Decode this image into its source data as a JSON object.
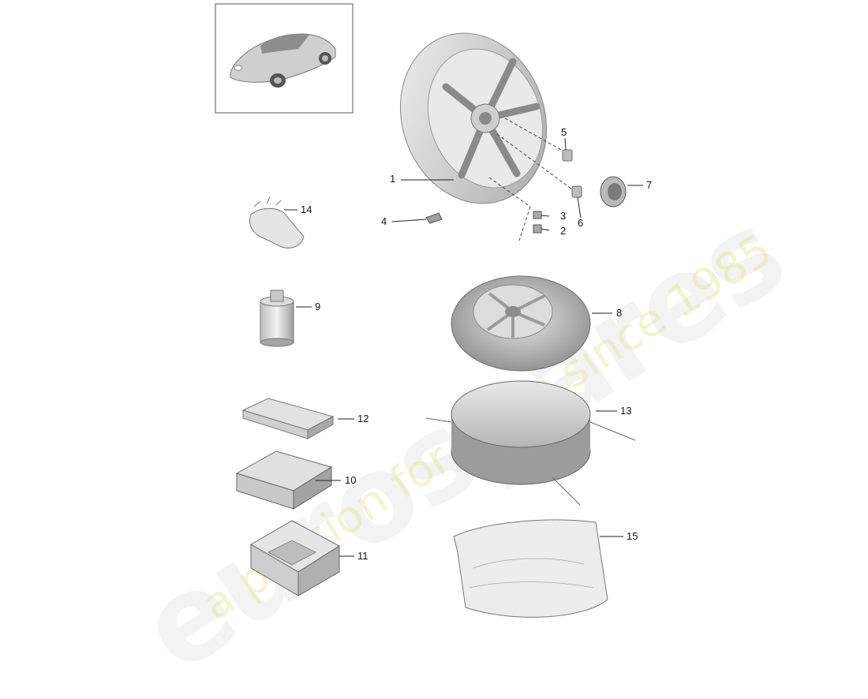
{
  "watermark": {
    "brand": "eurospares",
    "tagline": "a passion for parts since 1985"
  },
  "callouts": {
    "c1": "1",
    "c2": "2",
    "c3": "3",
    "c4": "4",
    "c5": "5",
    "c6": "6",
    "c7": "7",
    "c8": "8",
    "c9": "9",
    "c10": "10",
    "c11": "11",
    "c12": "12",
    "c13": "13",
    "c14": "14",
    "c15": "15"
  },
  "colors": {
    "part_fill": "#d8d8d8",
    "part_dark": "#9a9a9a",
    "line": "#333333"
  }
}
